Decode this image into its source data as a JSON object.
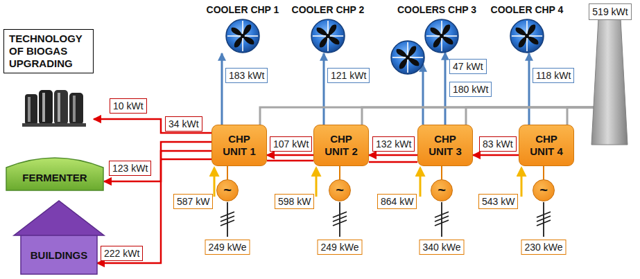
{
  "diagram": {
    "nodes": [
      {
        "text": [
          "TECHNOLOGY OF BIOGAS UPGRADING"
        ]
      },
      {
        "text": [
          "FERMENTER"
        ]
      },
      {
        "text": [
          "BUILDINGS"
        ]
      },
      {
        "text": [
          "COOLER CHP 1"
        ]
      },
      {
        "text": [
          "COOLER CHP 2"
        ]
      },
      {
        "text": [
          "COOLERS CHP 3"
        ]
      },
      {
        "text": [
          "COOLER CHP 4"
        ]
      },
      {
        "text": [
          "519 kWt"
        ]
      },
      {
        "text": [
          "CHP UNIT 1"
        ]
      },
      {
        "text": [
          "CHP UNIT 2"
        ]
      },
      {
        "text": [
          "CHP UNIT 3"
        ]
      },
      {
        "text": [
          "CHP UNIT 4"
        ]
      },
      {
        "text": [
          "~"
        ]
      },
      {
        "text": [
          "~"
        ]
      },
      {
        "text": [
          "~"
        ]
      },
      {
        "text": [
          "~"
        ]
      }
    ],
    "edges": [
      {
        "from": 8,
        "to": 0,
        "arrow": "to",
        "label": "10 kWt"
      },
      {
        "from": 8,
        "to": 1,
        "arrow": "to",
        "label": "123 kWt"
      },
      {
        "from": 8,
        "to": 2,
        "arrow": "to",
        "label": "222 kWt"
      },
      {
        "from": 9,
        "to": 8,
        "arrow": "to",
        "label": "107 kWt"
      },
      {
        "from": 10,
        "to": 9,
        "arrow": "to",
        "label": "132 kWt"
      },
      {
        "from": 11,
        "to": 10,
        "arrow": "to",
        "label": "83 kWt"
      },
      {
        "from": 8,
        "to": 3,
        "arrow": "to",
        "label": "183 kWt"
      },
      {
        "from": 9,
        "to": 4,
        "arrow": "to",
        "label": "121 kWt"
      },
      {
        "from": 10,
        "to": 5,
        "arrow": "to",
        "label": "180 kWt"
      },
      {
        "from": 10,
        "to": 5,
        "arrow": "to",
        "label": "47 kWt"
      },
      {
        "from": 11,
        "to": 6,
        "arrow": "to",
        "label": "118 kWt"
      },
      {
        "from": 8,
        "to": 7,
        "arrow": "none"
      },
      {
        "from": 9,
        "to": 7,
        "arrow": "none"
      },
      {
        "from": 10,
        "to": 7,
        "arrow": "none"
      },
      {
        "from": 11,
        "to": 7,
        "arrow": "none"
      },
      {
        "from": 8,
        "to": 12,
        "arrow": "none"
      },
      {
        "from": 9,
        "to": 13,
        "arrow": "none"
      },
      {
        "from": 10,
        "to": 14,
        "arrow": "none"
      },
      {
        "from": 11,
        "to": 15,
        "arrow": "none"
      }
    ],
    "labels": [
      "34 kWt",
      "587 kW",
      "598 kW",
      "864 kW",
      "543 kW",
      "249 kWe",
      "249 kWe",
      "340 kWe",
      "230 kWe"
    ]
  }
}
